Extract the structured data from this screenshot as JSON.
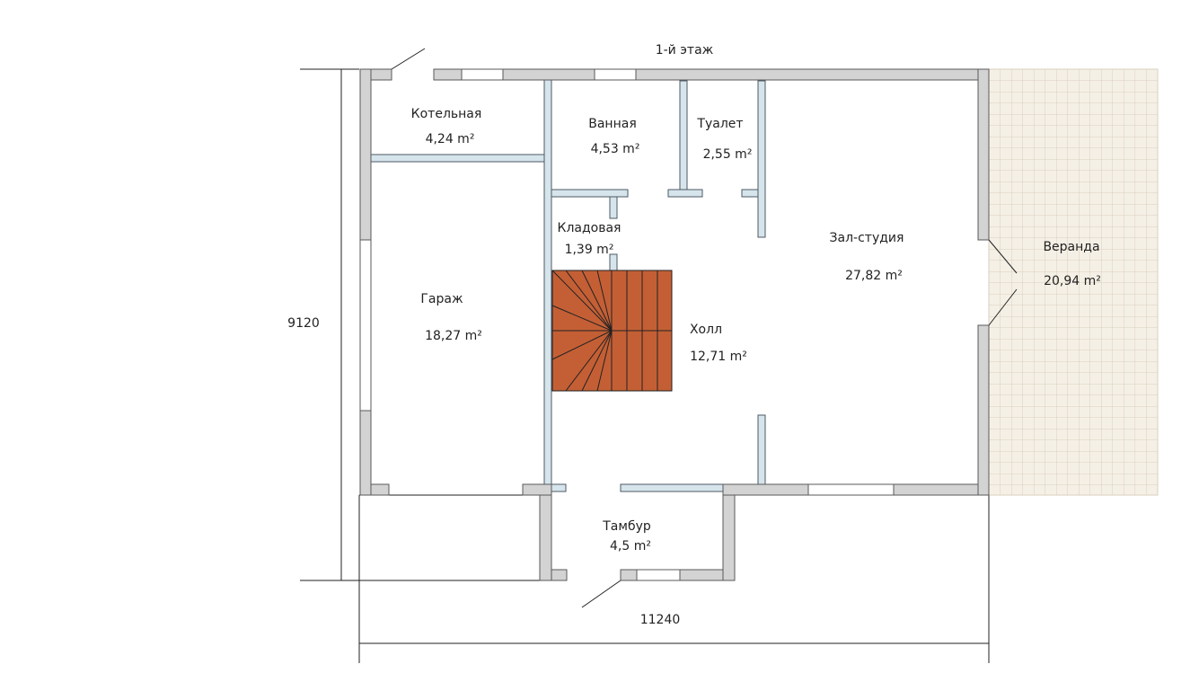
{
  "plan": {
    "title": "1-й этаж",
    "dimensions": {
      "height": "9120",
      "width": "11240"
    },
    "rooms": [
      {
        "name": "Котельная",
        "area": "4,24 m²"
      },
      {
        "name": "Ванная",
        "area": "4,53 m²"
      },
      {
        "name": "Туалет",
        "area": "2,55 m²"
      },
      {
        "name": "Кладовая",
        "area": "1,39 m²"
      },
      {
        "name": "Гараж",
        "area": "18,27 m²"
      },
      {
        "name": "Холл",
        "area": "12,71 m²"
      },
      {
        "name": "Зал-студия",
        "area": "27,82 m²"
      },
      {
        "name": "Веранда",
        "area": "20,94 m²"
      },
      {
        "name": "Тамбур",
        "area": "4,5 m²"
      }
    ]
  },
  "colors": {
    "outer_wall": "#d3d3d3",
    "inner_wall": "#d6e4ec",
    "stair": "#c45f35",
    "veranda_tile": "#f5f0e6",
    "veranda_grid": "#d9cfbd"
  }
}
